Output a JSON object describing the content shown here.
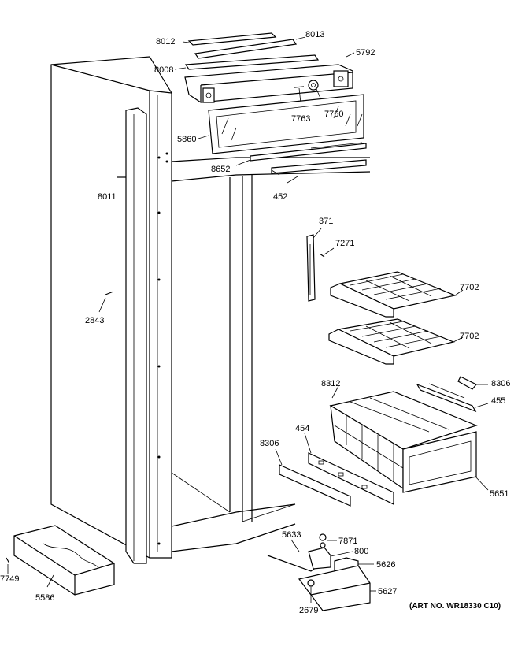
{
  "labels": [
    {
      "id": "8012",
      "text": "8012"
    },
    {
      "id": "8013",
      "text": "8013"
    },
    {
      "id": "5792",
      "text": "5792"
    },
    {
      "id": "8008",
      "text": "8008"
    },
    {
      "id": "7763",
      "text": "7763"
    },
    {
      "id": "7760",
      "text": "7760"
    },
    {
      "id": "5860",
      "text": "5860"
    },
    {
      "id": "8652",
      "text": "8652"
    },
    {
      "id": "452",
      "text": "452"
    },
    {
      "id": "8011",
      "text": "8011"
    },
    {
      "id": "371",
      "text": "371"
    },
    {
      "id": "7271",
      "text": "7271"
    },
    {
      "id": "7702a",
      "text": "7702"
    },
    {
      "id": "7702b",
      "text": "7702"
    },
    {
      "id": "2843",
      "text": "2843"
    },
    {
      "id": "8312",
      "text": "8312"
    },
    {
      "id": "8306a",
      "text": "8306"
    },
    {
      "id": "455",
      "text": "455"
    },
    {
      "id": "454",
      "text": "454"
    },
    {
      "id": "8306b",
      "text": "8306"
    },
    {
      "id": "5651",
      "text": "5651"
    },
    {
      "id": "5633",
      "text": "5633"
    },
    {
      "id": "7871",
      "text": "7871"
    },
    {
      "id": "800",
      "text": "800"
    },
    {
      "id": "5626",
      "text": "5626"
    },
    {
      "id": "5627",
      "text": "5627"
    },
    {
      "id": "2679",
      "text": "2679"
    },
    {
      "id": "7749",
      "text": "7749"
    },
    {
      "id": "5586",
      "text": "5586"
    }
  ],
  "art_number": "(ART NO. WR18330 C10)"
}
